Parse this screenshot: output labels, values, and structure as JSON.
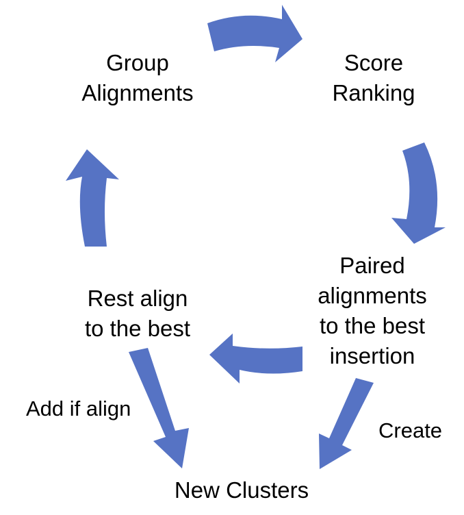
{
  "nodes": {
    "group_alignments": {
      "line1": "Group",
      "line2": "Alignments"
    },
    "score_ranking": {
      "line1": "Score",
      "line2": "Ranking"
    },
    "paired_alignments": {
      "line1": "Paired",
      "line2": "alignments",
      "line3": "to the best",
      "line4": "insertion"
    },
    "rest_align": {
      "line1": "Rest align",
      "line2": "to the best"
    },
    "new_clusters": {
      "line1": "New Clusters"
    }
  },
  "edges": {
    "add_if_align": "Add if align",
    "create": "Create"
  },
  "colors": {
    "arrow_fill": "#5673C4",
    "text": "#000000",
    "background": "#FFFFFF"
  }
}
